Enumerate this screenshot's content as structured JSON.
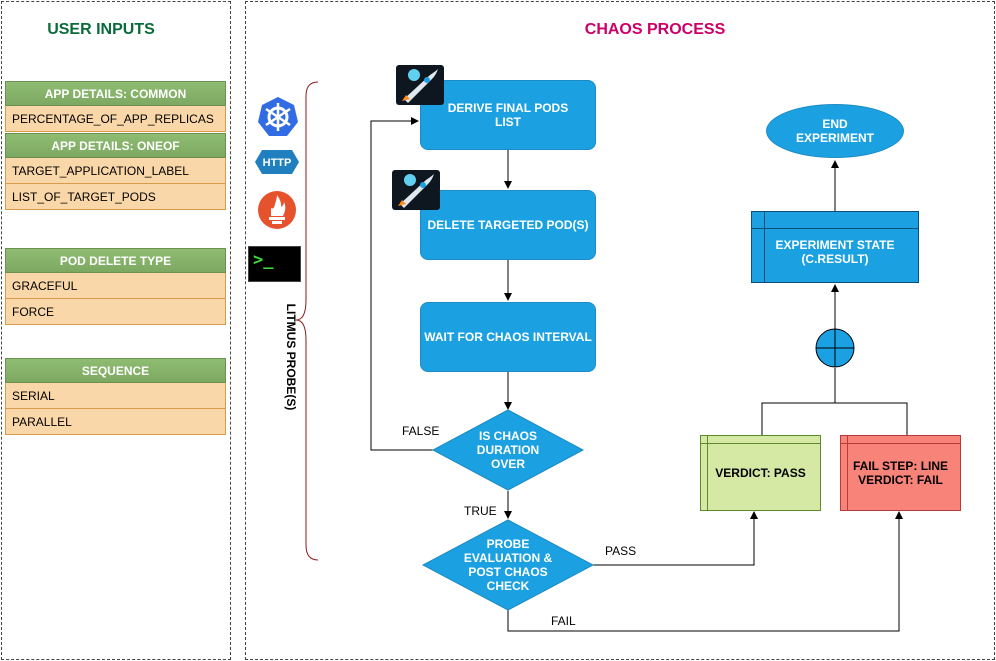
{
  "user_inputs": {
    "title": "USER INPUTS",
    "tables": [
      {
        "header": "APP DETAILS: COMMON",
        "rows": [
          "PERCENTAGE_OF_APP_REPLICAS"
        ]
      },
      {
        "header": "APP DETAILS: ONEOF",
        "rows": [
          "TARGET_APPLICATION_LABEL",
          "LIST_OF_TARGET_PODS"
        ]
      },
      {
        "header": "POD DELETE TYPE",
        "rows": [
          "GRACEFUL",
          "FORCE"
        ]
      },
      {
        "header": "SEQUENCE",
        "rows": [
          "SERIAL",
          "PARALLEL"
        ]
      }
    ]
  },
  "chaos_process": {
    "title": "CHAOS PROCESS",
    "probe_label": "LITMUS PROBE(S)",
    "probe_icons": [
      "kubernetes-icon",
      "http-icon",
      "prometheus-icon",
      "terminal-icon"
    ],
    "http_text": "HTTP",
    "terminal_text": ">_",
    "steps": {
      "derive": "DERIVE FINAL PODS LIST",
      "delete": "DELETE TARGETED POD(S)",
      "wait": "WAIT FOR CHAOS INTERVAL",
      "duration_check": "IS CHAOS DURATION OVER",
      "probe_eval": "PROBE EVALUATION & POST CHAOS CHECK",
      "verdict_pass": "VERDICT: PASS",
      "verdict_fail_line1": "FAIL STEP: LINE",
      "verdict_fail_line2": "VERDICT: FAIL",
      "experiment_state_line1": "EXPERIMENT STATE",
      "experiment_state_line2": "(C.RESULT)",
      "end_line1": "END",
      "end_line2": "EXPERIMENT"
    },
    "edge_labels": {
      "false": "FALSE",
      "true": "TRUE",
      "pass": "PASS",
      "fail": "FAIL"
    }
  },
  "colors": {
    "title_green": "#0a6b3a",
    "title_pink": "#cc0066",
    "node_blue": "#1ba1e2",
    "pass_green": "#d5e8a4",
    "fail_red": "#f88379"
  }
}
